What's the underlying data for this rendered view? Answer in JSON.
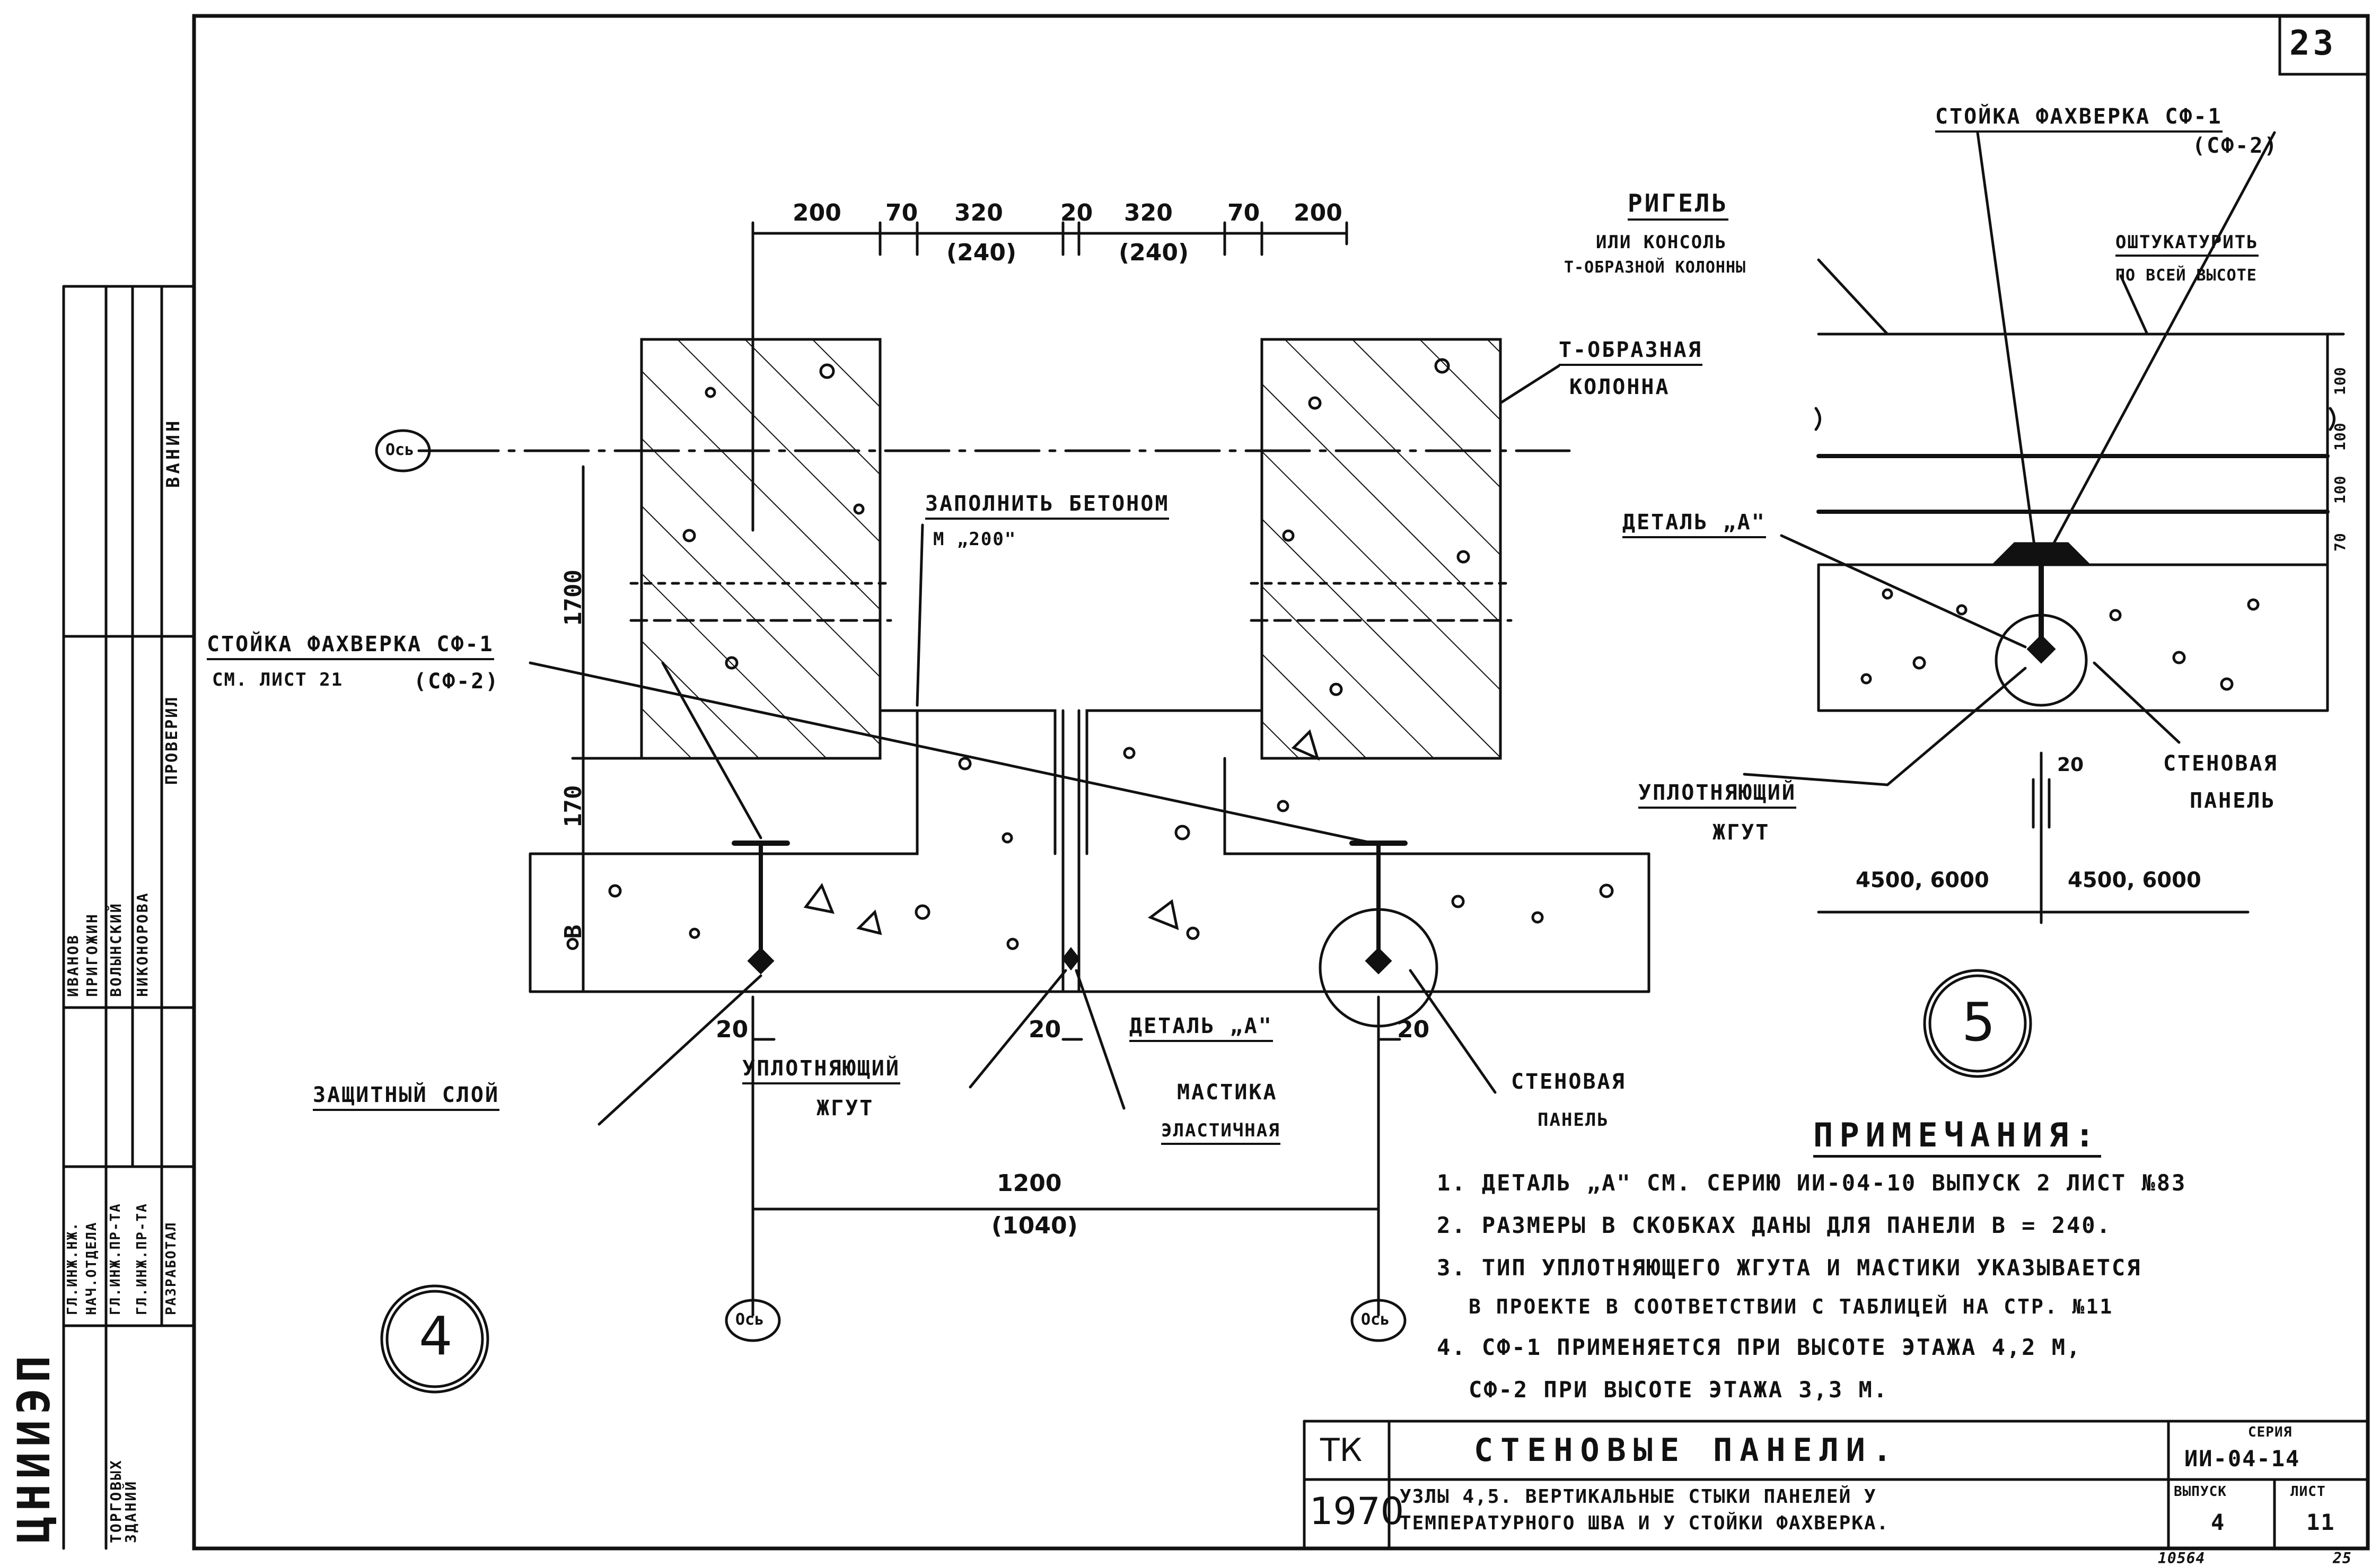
{
  "sheet": {
    "page_number": "23",
    "bottom_left_number": "10564",
    "bottom_right_number": "25"
  },
  "left_strip": {
    "org_name": "ЦНИИЭП",
    "org_subtitle": "ТОРГОВЫХ ЗДАНИЙ",
    "roles": [
      "ГЛ.ИНЖ.НЖ.",
      "НАЧ.ОТДЕЛА",
      "ГЛ.ИНЖ.ПР-ТА",
      "ГЛ.ИНЖ.ПР-ТА",
      "РАЗРАБОТАЛ",
      "ПРОВЕРИЛ"
    ],
    "names": [
      "ИВАНОВ",
      "ПРИГОЖИН",
      "ВОЛЫНСКИЙ",
      "НИКОНОРОВА"
    ],
    "top_label": "ВАНИН"
  },
  "detail4": {
    "top_dims": [
      "200",
      "70",
      "320",
      "20",
      "320",
      "70",
      "200"
    ],
    "top_dims_alt": [
      "(240)",
      "(240)"
    ],
    "left_dims": [
      "1700",
      "170",
      "В"
    ],
    "bottom_dims": [
      "20",
      "20",
      "20"
    ],
    "overall_dim": "1200",
    "overall_dim_alt": "(1040)",
    "axis_label": "Ось",
    "label_fill": "ЗАПОЛНИТЬ БЕТОНОМ",
    "label_fill_grade": "М „200\"",
    "label_column_1": "Т-ОБРАЗНАЯ",
    "label_column_2": "КОЛОННА",
    "label_post_1": "СТОЙКА ФАХВЕРКА СФ-1",
    "label_post_2": "СМ. ЛИСТ 21",
    "label_post_alt": "(СФ-2)",
    "label_protect": "ЗАЩИТНЫЙ СЛОЙ",
    "label_seal_1": "УПЛОТНЯЮЩИЙ",
    "label_seal_2": "ЖГУТ",
    "label_mastic_1": "МАСТИКА",
    "label_mastic_2": "ЭЛАСТИЧНАЯ",
    "label_detail": "ДЕТАЛЬ „А\"",
    "label_panel_1": "СТЕНОВАЯ",
    "label_panel_2": "ПАНЕЛЬ",
    "detail_number": "4"
  },
  "detail5": {
    "label_post_1": "СТОЙКА ФАХВЕРКА СФ-1",
    "label_post_alt": "(СФ-2)",
    "label_rigel_1": "РИГЕЛЬ",
    "label_rigel_2": "ИЛИ КОНСОЛЬ",
    "label_rigel_3": "Т-ОБРАЗНОЙ КОЛОННЫ",
    "label_plaster_1": "ОШТУКАТУРИТЬ",
    "label_plaster_2": "ПО ВСЕЙ ВЫСОТЕ",
    "label_detail": "ДЕТАЛЬ „А\"",
    "label_seal_1": "УПЛОТНЯЮЩИЙ",
    "label_seal_2": "ЖГУТ",
    "label_panel_1": "СТЕНОВАЯ",
    "label_panel_2": "ПАНЕЛЬ",
    "right_dims": [
      "100",
      "100",
      "100",
      "70"
    ],
    "gap_dim": "20",
    "span_left": "4500, 6000",
    "span_right": "4500, 6000",
    "detail_number": "5"
  },
  "notes": {
    "title": "ПРИМЕЧАНИЯ:",
    "items": [
      "1. ДЕТАЛЬ „А\" СМ. СЕРИЮ ИИ-04-10 ВЫПУСК 2 ЛИСТ №83",
      "2. РАЗМЕРЫ В СКОБКАХ ДАНЫ ДЛЯ ПАНЕЛИ В = 240.",
      "3. ТИП УПЛОТНЯЮЩЕГО ЖГУТА И МАСТИКИ УКАЗЫВАЕТСЯ",
      "В ПРОЕКТЕ В СООТВЕТСТВИИ С ТАБЛИЦЕЙ НА СТР. №11",
      "4. СФ-1 ПРИМЕНЯЕТСЯ ПРИ ВЫСОТЕ ЭТАЖА 4,2 М,",
      "СФ-2 ПРИ ВЫСОТЕ ЭТАЖА 3,3 М."
    ]
  },
  "title_block": {
    "code_top": "ТК",
    "code_year": "1970",
    "title": "СТЕНОВЫЕ ПАНЕЛИ.",
    "subtitle_1": "УЗЛЫ 4,5. ВЕРТИКАЛЬНЫЕ СТЫКИ ПАНЕЛЕЙ У",
    "subtitle_2": "ТЕМПЕРАТУРНОГО ШВА И У СТОЙКИ ФАХВЕРКА.",
    "series_label": "СЕРИЯ",
    "series_value": "ИИ-04-14",
    "issue_label": "ВЫПУСК",
    "issue_value": "4",
    "sheet_label": "ЛИСТ",
    "sheet_value": "11"
  }
}
